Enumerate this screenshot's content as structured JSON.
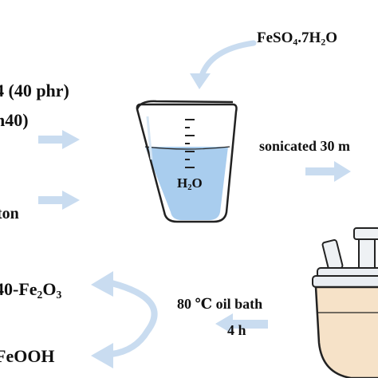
{
  "labels": {
    "reagent_top": {
      "pre": "FeSO",
      "sub1": "4",
      "mid": ".7H",
      "sub2": "2",
      "post": "O"
    },
    "left_line1": "4 (40 phr)",
    "left_line2": "h40)",
    "left_line3": "ton",
    "sonication": "sonicated 30 m",
    "beaker_content": {
      "pre": "H",
      "sub1": "2",
      "post": "O"
    },
    "oil_bath": "80 ℃ oil bath",
    "time": "4 h",
    "product1": {
      "pre": "40-Fe",
      "sub1": "2",
      "mid": "O",
      "sub2": "3"
    },
    "product2": "FeOOH"
  },
  "colors": {
    "arrow": "#c9dcf0",
    "water": "#a9cdee",
    "beaker_outline": "#222222",
    "flask_fill": "#f6e2c8",
    "flask_rim": "#e9edf2"
  }
}
